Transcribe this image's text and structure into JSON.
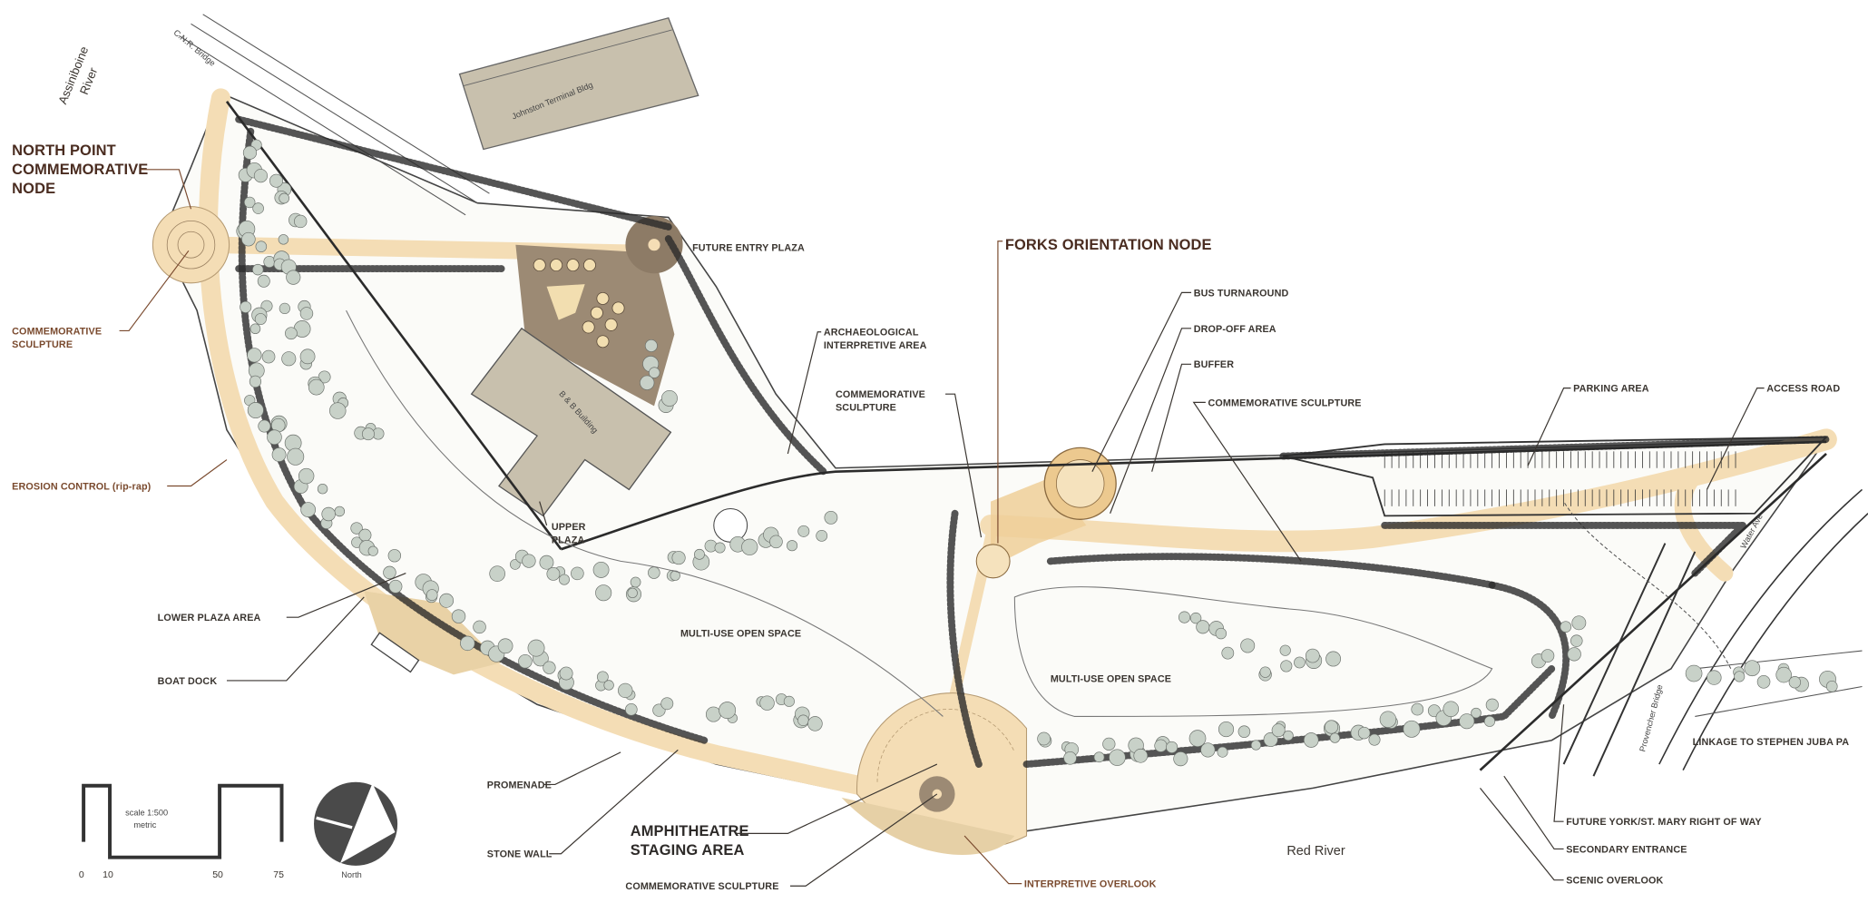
{
  "colors": {
    "promenade": "#f4ddb5",
    "plaza_brown": "#9c8a74",
    "building": "#c8c0ad",
    "tree": "#c8d1c8",
    "label_brown": "#7a4a2e",
    "label_dark": "#3a3530"
  },
  "labels": {
    "assiniboine_1": "Assiniboine",
    "assiniboine_2": "River",
    "cnr_bridge": "C.N.R. Bridge",
    "johnston": "Johnston Terminal Bldg",
    "bb_building": "B & B Building",
    "north_point": [
      "NORTH POINT",
      "COMMEMORATIVE",
      "NODE"
    ],
    "future_entry_plaza": "FUTURE ENTRY PLAZA",
    "forks_orientation_node": "FORKS ORIENTATION NODE",
    "commemorative_sculpture_nw": [
      "COMMEMORATIVE",
      "SCULPTURE"
    ],
    "archaeological": [
      "ARCHAEOLOGICAL",
      "INTERPRETIVE AREA"
    ],
    "commemorative_sculpture_mid": [
      "COMMEMORATIVE",
      "SCULPTURE"
    ],
    "bus_turnaround": "BUS TURNAROUND",
    "drop_off_area": "DROP-OFF AREA",
    "buffer": "BUFFER",
    "commemorative_sculpture_ne": "COMMEMORATIVE SCULPTURE",
    "parking_area": "PARKING AREA",
    "access_road": "ACCESS ROAD",
    "erosion_control": "EROSION CONTROL (rip-rap)",
    "upper_plaza": [
      "UPPER",
      "PLAZA"
    ],
    "lower_plaza_area": "LOWER PLAZA AREA",
    "boat_dock": "BOAT DOCK",
    "multi_use_1": "MULTI-USE OPEN SPACE",
    "multi_use_2": "MULTI-USE OPEN SPACE",
    "water_ave": "Water Ave",
    "provencher_bridge": "Provencher Bridge",
    "linkage": "LINKAGE TO STEPHEN JUBA PA",
    "promenade": "PROMENADE",
    "stone_wall": "STONE WALL",
    "amphitheatre": [
      "AMPHITHEATRE",
      "STAGING AREA"
    ],
    "commemorative_sculpture_s": "COMMEMORATIVE SCULPTURE",
    "interpretive_overlook": "INTERPRETIVE OVERLOOK",
    "red_river": "Red River",
    "future_york": "FUTURE YORK/ST. MARY RIGHT OF WAY",
    "secondary_entrance": "SECONDARY ENTRANCE",
    "scenic_overlook": "SCENIC OVERLOOK"
  },
  "scale": {
    "text_1": "scale 1:500",
    "text_2": "metric",
    "ticks": [
      "0",
      "10",
      "50",
      "75"
    ]
  },
  "north_arrow": {
    "label": "North"
  }
}
